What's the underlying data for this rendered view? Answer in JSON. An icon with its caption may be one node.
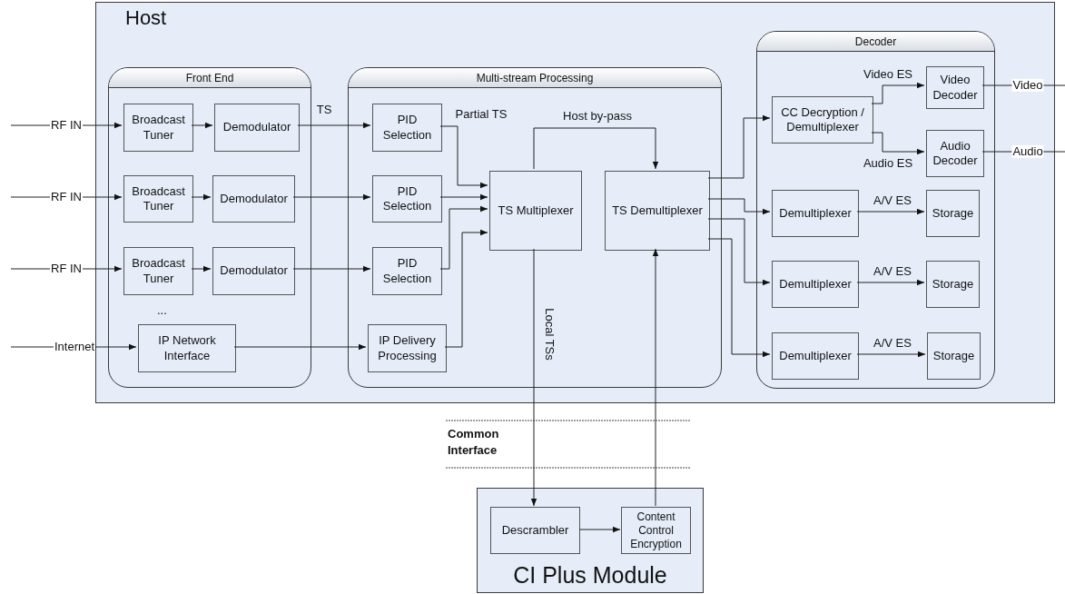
{
  "diagram": {
    "nodes": [
      {
        "text": [
          "Host"
        ]
      },
      {
        "text": [
          "Front End"
        ],
        "in": 0
      },
      {
        "text": [
          "Broadcast Tuner"
        ],
        "in": 1
      },
      {
        "text": [
          "Demodulator"
        ],
        "in": 1
      },
      {
        "text": [
          "Broadcast Tuner"
        ],
        "in": 1
      },
      {
        "text": [
          "Demodulator"
        ],
        "in": 1
      },
      {
        "text": [
          "Broadcast Tuner"
        ],
        "in": 1
      },
      {
        "text": [
          "Demodulator"
        ],
        "in": 1
      },
      {
        "text": [
          "IP Network Interface"
        ],
        "in": 1
      },
      {
        "text": [
          "Multi-stream Processing"
        ],
        "in": 0
      },
      {
        "text": [
          "PID Selection"
        ],
        "in": 9
      },
      {
        "text": [
          "PID Selection"
        ],
        "in": 9
      },
      {
        "text": [
          "PID Selection"
        ],
        "in": 9
      },
      {
        "text": [
          "IP Delivery Processing"
        ],
        "in": 9
      },
      {
        "text": [
          "TS Multiplexer"
        ],
        "in": 9
      },
      {
        "text": [
          "TS Demultiplexer"
        ],
        "in": 9
      },
      {
        "text": [
          "Decoder"
        ],
        "in": 0
      },
      {
        "text": [
          "CC Decryption / Demultiplexer"
        ],
        "in": 16
      },
      {
        "text": [
          "Video Decoder"
        ],
        "in": 16
      },
      {
        "text": [
          "Audio Decoder"
        ],
        "in": 16
      },
      {
        "text": [
          "Demultiplexer"
        ],
        "in": 16
      },
      {
        "text": [
          "Storage"
        ],
        "in": 16
      },
      {
        "text": [
          "Demultiplexer"
        ],
        "in": 16
      },
      {
        "text": [
          "Storage"
        ],
        "in": 16
      },
      {
        "text": [
          "Demultiplexer"
        ],
        "in": 16
      },
      {
        "text": [
          "Storage"
        ],
        "in": 16
      },
      {
        "text": [
          "CI Plus Module"
        ]
      },
      {
        "text": [
          "Descrambler"
        ],
        "in": 26
      },
      {
        "text": [
          "Content Control Encryption"
        ],
        "in": 26
      }
    ],
    "edges": [
      {
        "from": null,
        "to": 2,
        "arrow": "to",
        "label": "RF IN"
      },
      {
        "from": 2,
        "to": 3,
        "arrow": "to"
      },
      {
        "from": 3,
        "to": 10,
        "arrow": "to",
        "label": "TS"
      },
      {
        "from": null,
        "to": 4,
        "arrow": "to",
        "label": "RF IN"
      },
      {
        "from": 4,
        "to": 5,
        "arrow": "to"
      },
      {
        "from": 5,
        "to": 11,
        "arrow": "to"
      },
      {
        "from": null,
        "to": 6,
        "arrow": "to",
        "label": "RF IN"
      },
      {
        "from": 6,
        "to": 7,
        "arrow": "to"
      },
      {
        "from": 7,
        "to": 12,
        "arrow": "to"
      },
      {
        "from": null,
        "to": 8,
        "arrow": "to",
        "label": "Internet"
      },
      {
        "from": 8,
        "to": 13,
        "arrow": "to"
      },
      {
        "from": 10,
        "to": 14,
        "arrow": "to",
        "label": "Partial TS"
      },
      {
        "from": 11,
        "to": 14,
        "arrow": "to"
      },
      {
        "from": 12,
        "to": 14,
        "arrow": "to"
      },
      {
        "from": 13,
        "to": 14,
        "arrow": "to"
      },
      {
        "from": 14,
        "to": 15,
        "arrow": "to",
        "label": "Host by-pass"
      },
      {
        "from": 15,
        "to": 17,
        "arrow": "to"
      },
      {
        "from": 15,
        "to": 20,
        "arrow": "to"
      },
      {
        "from": 15,
        "to": 22,
        "arrow": "to"
      },
      {
        "from": 15,
        "to": 24,
        "arrow": "to"
      },
      {
        "from": 17,
        "to": 18,
        "arrow": "to",
        "label": "Video ES"
      },
      {
        "from": 17,
        "to": 19,
        "arrow": "to",
        "label": "Audio ES"
      },
      {
        "from": 18,
        "to": null,
        "arrow": "none",
        "label": "Video"
      },
      {
        "from": 19,
        "to": null,
        "arrow": "none",
        "label": "Audio"
      },
      {
        "from": 20,
        "to": 21,
        "arrow": "to",
        "label": "A/V ES"
      },
      {
        "from": 22,
        "to": 23,
        "arrow": "to",
        "label": "A/V ES"
      },
      {
        "from": 24,
        "to": 25,
        "arrow": "to",
        "label": "A/V ES"
      },
      {
        "from": 14,
        "to": 27,
        "arrow": "to",
        "label": "Local TSs"
      },
      {
        "from": 27,
        "to": 28,
        "arrow": "to"
      },
      {
        "from": 28,
        "to": 15,
        "arrow": "to"
      }
    ],
    "labels": [
      "...",
      "Common Interface"
    ]
  }
}
